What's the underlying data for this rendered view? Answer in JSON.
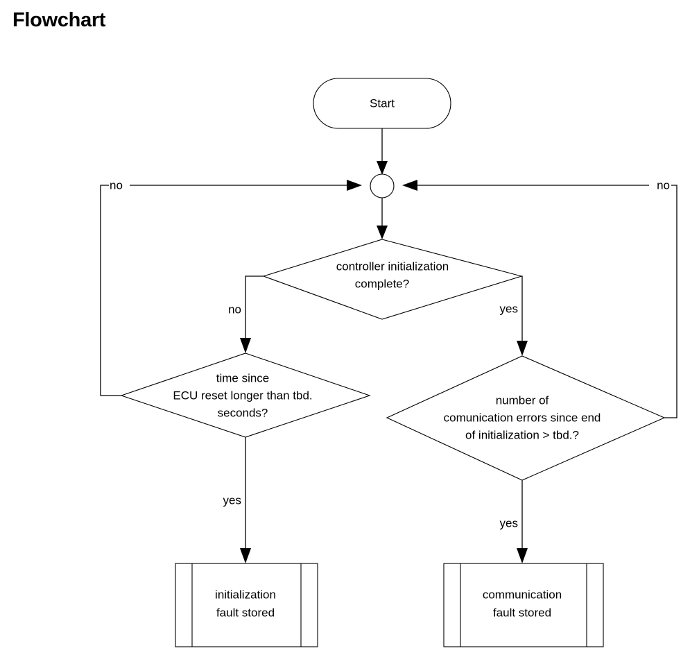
{
  "page": {
    "title": "Flowchart",
    "background_color": "#ffffff",
    "stroke_color": "#000000"
  },
  "chart_data": {
    "type": "diagram",
    "diagram_kind": "flowchart",
    "title": "Flowchart",
    "nodes": [
      {
        "id": "start",
        "shape": "terminator",
        "label": "Start",
        "lines": [
          "Start"
        ]
      },
      {
        "id": "junction",
        "shape": "connector-circle",
        "label": ""
      },
      {
        "id": "d1",
        "shape": "decision",
        "lines": [
          "controller initialization",
          "complete?"
        ]
      },
      {
        "id": "d2",
        "shape": "decision",
        "lines": [
          "time since",
          "ECU reset longer than tbd.",
          "seconds?"
        ]
      },
      {
        "id": "d3",
        "shape": "decision",
        "lines": [
          "number of",
          "comunication errors since end",
          "of initialization > tbd.?"
        ]
      },
      {
        "id": "p1",
        "shape": "predefined-process",
        "lines": [
          "initialization",
          "fault stored"
        ]
      },
      {
        "id": "p2",
        "shape": "predefined-process",
        "lines": [
          "communication",
          "fault stored"
        ]
      }
    ],
    "edges": [
      {
        "from": "start",
        "to": "junction",
        "label": ""
      },
      {
        "from": "junction",
        "to": "d1",
        "label": ""
      },
      {
        "from": "d1",
        "to": "d2",
        "label": "no"
      },
      {
        "from": "d1",
        "to": "d3",
        "label": "yes"
      },
      {
        "from": "d2",
        "to": "p1",
        "label": "yes"
      },
      {
        "from": "d2",
        "to": "junction",
        "label": "no"
      },
      {
        "from": "d3",
        "to": "p2",
        "label": "yes"
      },
      {
        "from": "d3",
        "to": "junction",
        "label": "no"
      }
    ]
  },
  "nodes": {
    "start": {
      "label": "Start"
    },
    "decision_init": {
      "line1": "controller initialization",
      "line2": "complete?"
    },
    "decision_time": {
      "line1": "time since",
      "line2": "ECU reset longer than tbd.",
      "line3": "seconds?"
    },
    "decision_comm": {
      "line1": "number of",
      "line2": "comunication errors since end",
      "line3": "of initialization > tbd.?"
    },
    "process_init_fault": {
      "line1": "initialization",
      "line2": "fault stored"
    },
    "process_comm_fault": {
      "line1": "communication",
      "line2": "fault stored"
    }
  },
  "edge_labels": {
    "loop_left_no": "no",
    "loop_right_no": "no",
    "init_no": "no",
    "init_yes": "yes",
    "time_no": "no",
    "time_yes": "yes",
    "comm_yes": "yes"
  }
}
